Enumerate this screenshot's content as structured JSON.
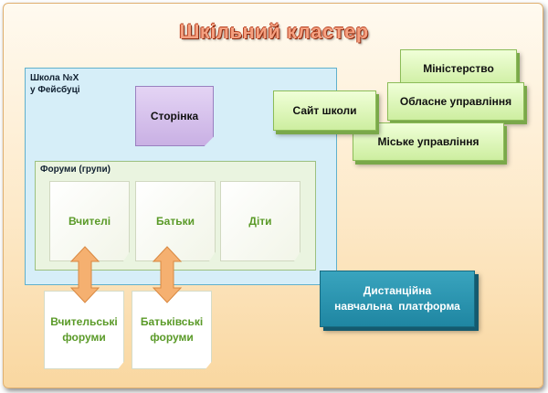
{
  "title": "Шкільний кластер",
  "school": {
    "label_line1": "Школа №Х",
    "label_line2": "у Фейсбуці",
    "page_label": "Сторінка"
  },
  "forums": {
    "label": "Форуми (групи)",
    "items": [
      "Вчителі",
      "Батьки",
      "Діти"
    ]
  },
  "bottom_forums": [
    {
      "line1": "Вчительські",
      "line2": "форуми"
    },
    {
      "line1": "Батьківські",
      "line2": "форуми"
    }
  ],
  "external": {
    "site": "Сайт школи",
    "ministry": "Міністерство",
    "regional": "Обласне управління",
    "city": "Міське управління"
  },
  "distance": {
    "line1": "Дистанційна",
    "line2": "навчальна  платформа"
  },
  "colors": {
    "arrow": "#f0a868",
    "note_text": "#5a9a28",
    "teal": "#2a95b0"
  }
}
